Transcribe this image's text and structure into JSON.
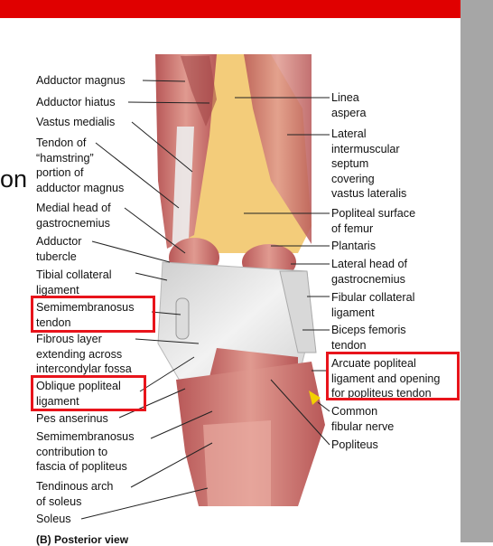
{
  "slide": {
    "partial_text": "on"
  },
  "figure": {
    "caption": "(B) Posterior view",
    "left_labels": [
      "Adductor magnus",
      "Adductor hiatus",
      "Vastus medialis",
      "Tendon of\n“hamstring”\nportion of\nadductor magnus",
      "Medial head of\ngastrocnemius",
      "Adductor\ntubercle",
      "Tibial collateral\nligament",
      "Semimembranosus\ntendon",
      "Fibrous layer\nextending across\nintercondylar fossa",
      "Oblique popliteal\nligament",
      "Pes anserinus",
      "Semimembranosus\ncontribution to\nfascia of popliteus",
      "Tendinous arch\nof soleus",
      "Soleus"
    ],
    "right_labels": [
      "Linea\naspera",
      "Lateral\nintermuscular\nseptum\ncovering\nvastus lateralis",
      "Popliteal surface\nof femur",
      "Plantaris",
      "Lateral head of\ngastrocnemius",
      "Fibular collateral\nligament",
      "Biceps femoris\ntendon",
      "Arcuate popliteal\nligament and opening\nfor popliteus tendon",
      "Common\nfibular nerve",
      "Popliteus"
    ],
    "highlight_color": "#e8141b",
    "muscle_color": "#c96a6a",
    "bone_color": "#f3cc7a",
    "ligament_color": "#e3e3e3"
  }
}
